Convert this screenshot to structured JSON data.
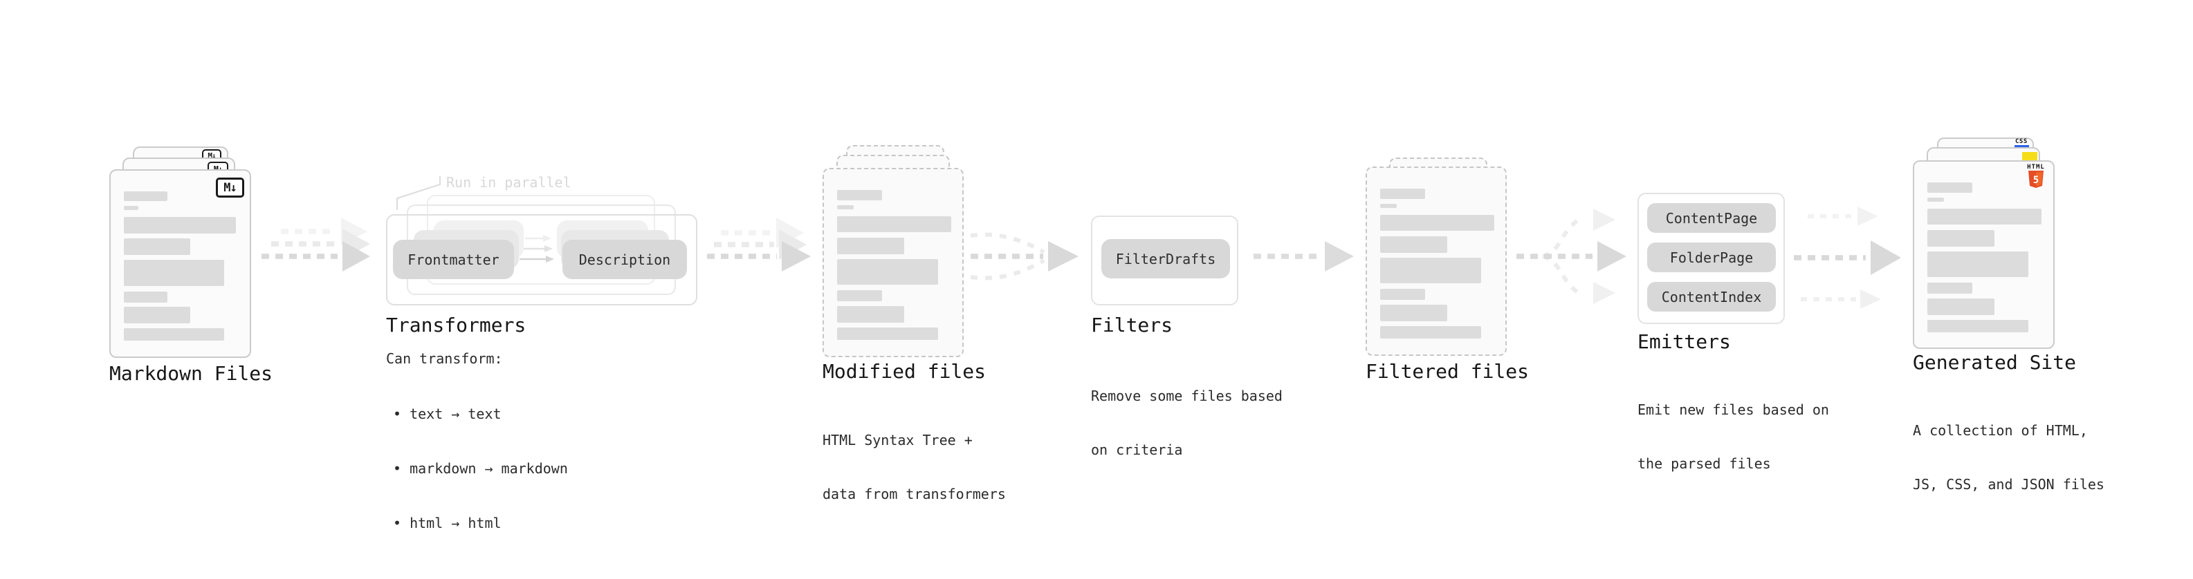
{
  "stages": {
    "markdown_files": {
      "label": "Markdown Files",
      "badge": "M↓"
    },
    "transformers": {
      "annotation": "Run in parallel",
      "pill_left": "Frontmatter",
      "pill_right": "Description",
      "title": "Transformers",
      "description_heading": "Can transform:",
      "bullets": [
        "• text → text",
        "• markdown → markdown",
        "• html → html"
      ]
    },
    "modified_files": {
      "title": "Modified files",
      "description_line1": "HTML Syntax Tree +",
      "description_line2": "data from transformers"
    },
    "filters": {
      "pill": "FilterDrafts",
      "title": "Filters",
      "description_line1": "Remove some files based",
      "description_line2": "on criteria"
    },
    "filtered_files": {
      "title": "Filtered files"
    },
    "emitters": {
      "pills": [
        "ContentPage",
        "FolderPage",
        "ContentIndex"
      ],
      "title": "Emitters",
      "description_line1": "Emit new files based on",
      "description_line2": "the parsed files"
    },
    "generated_site": {
      "title": "Generated Site",
      "description_line1": "A collection of HTML,",
      "description_line2": "JS, CSS, and JSON files",
      "css_badge": "CSS",
      "html_logo_label": "HTML",
      "html_logo_number": "5"
    }
  },
  "colors": {
    "markdown_badge_border": "#1a1a1a",
    "html5_orange": "#e44d26",
    "html5_orange_light": "#f16529",
    "js_yellow": "#f5de19",
    "css_blue": "#2b63e8",
    "arrow_dark": "#d9d9d9",
    "arrow_light": "#f0f0f0"
  }
}
